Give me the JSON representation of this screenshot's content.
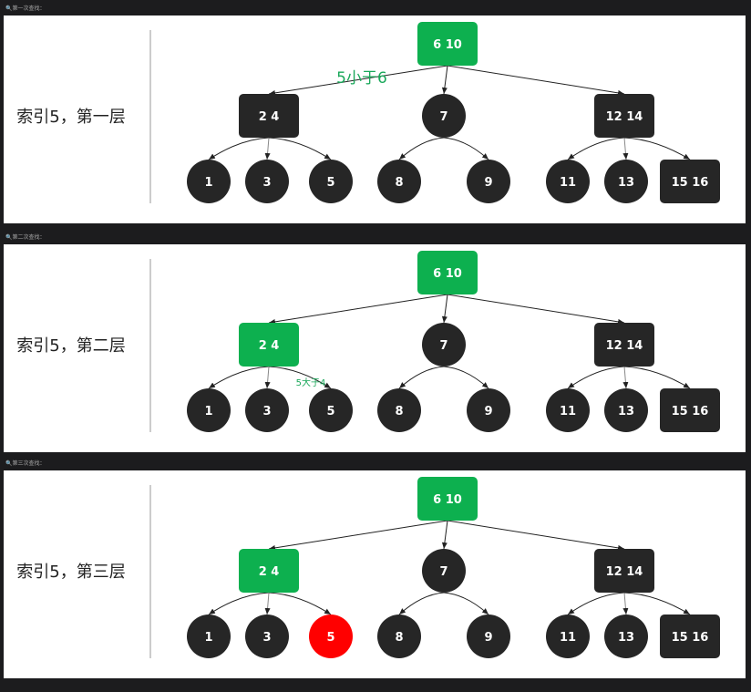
{
  "colors": {
    "highlight": "#0db04f",
    "node": "#262626",
    "target": "#ff0000",
    "annotation": "#1aa85a"
  },
  "panels": [
    {
      "caption": "🔍第一次查找：",
      "label": "索引5，第一层",
      "highlight": [
        "root"
      ],
      "target": null,
      "annotation": "5小于6"
    },
    {
      "caption": "🔍第二次查找：",
      "label": "索引5，第二层",
      "highlight": [
        "root",
        "n24"
      ],
      "target": null,
      "annotation": "5大于4"
    },
    {
      "caption": "🔍第三次查找：",
      "label": "索引5，第三层",
      "highlight": [
        "root",
        "n24"
      ],
      "target": "l5",
      "annotation": null
    }
  ],
  "tree": {
    "root": "6  10",
    "level2": [
      {
        "id": "n24",
        "text": "2  4"
      },
      {
        "id": "n7",
        "text": "7"
      },
      {
        "id": "n1214",
        "text": "12  14"
      }
    ],
    "leaves": [
      {
        "id": "l1",
        "text": "1"
      },
      {
        "id": "l3",
        "text": "3"
      },
      {
        "id": "l5",
        "text": "5"
      },
      {
        "id": "l8",
        "text": "8"
      },
      {
        "id": "l9",
        "text": "9"
      },
      {
        "id": "l11",
        "text": "11"
      },
      {
        "id": "l13",
        "text": "13"
      },
      {
        "id": "l1516",
        "text": "15  16"
      }
    ]
  }
}
